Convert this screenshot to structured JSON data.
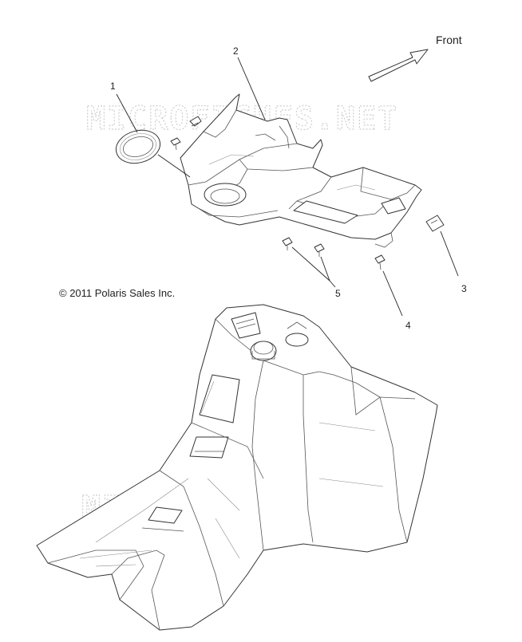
{
  "orientation": {
    "label": "Front"
  },
  "copyright": "© 2011 Polaris Sales Inc.",
  "watermark": "MICROFICHES.NET",
  "callouts": [
    {
      "number": "1",
      "part": "grommet"
    },
    {
      "number": "2",
      "part": "console-cover"
    },
    {
      "number": "3",
      "part": "nut-clip"
    },
    {
      "number": "4",
      "part": "screw"
    },
    {
      "number": "5",
      "part": "push-rivets"
    }
  ],
  "icons": {
    "front_arrow": "front-arrow-icon"
  }
}
